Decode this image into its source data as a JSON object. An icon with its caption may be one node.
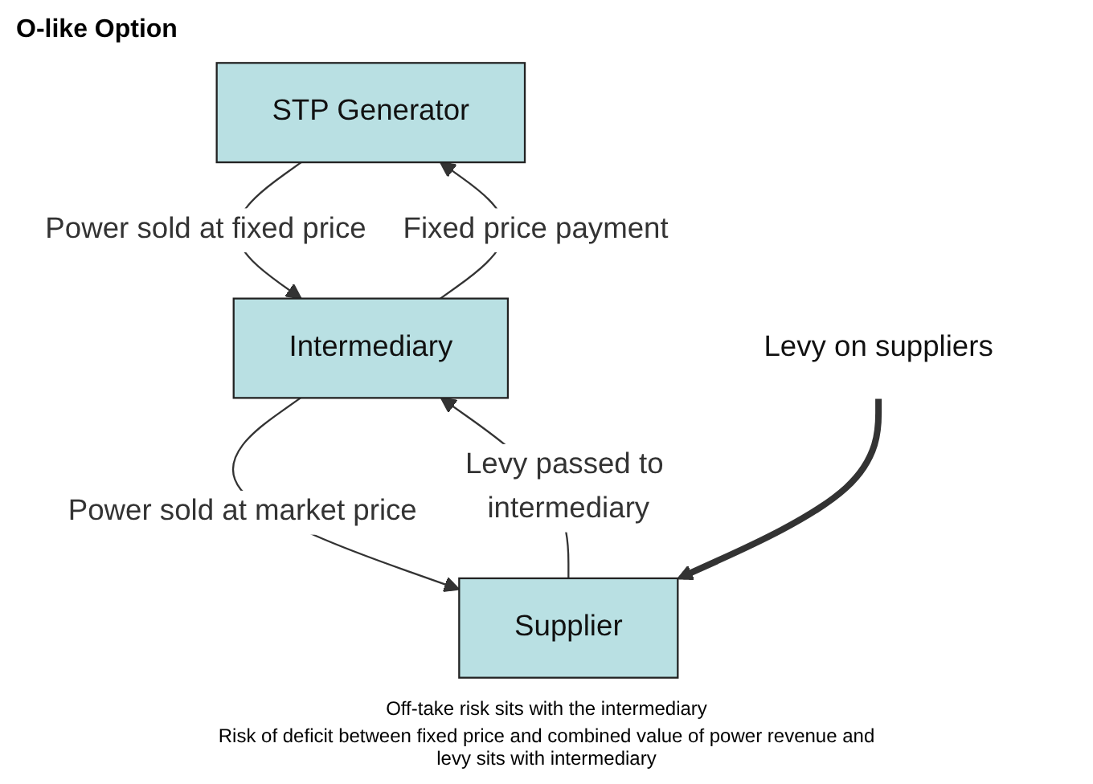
{
  "diagram": {
    "title": "O-like Option",
    "nodes": [
      {
        "text": [
          "STP Generator"
        ]
      },
      {
        "text": [
          "Supplier"
        ]
      },
      {
        "text": [
          "Intermediary"
        ]
      },
      {
        "text": [
          "Levy on suppliers"
        ]
      }
    ],
    "edges": [
      {
        "from": 0,
        "to": 2,
        "arrow": "to",
        "label": "Power sold at fixed price"
      },
      {
        "from": 2,
        "to": 0,
        "arrow": "to",
        "label": "Fixed price payment"
      },
      {
        "from": 1,
        "to": 2,
        "arrow": "to",
        "label": "Levy passed to intermediary"
      },
      {
        "from": 2,
        "to": 1,
        "arrow": "to",
        "label": "Power sold at market price"
      },
      {
        "from": 3,
        "to": 1,
        "arrow": "to",
        "style": "thick"
      }
    ],
    "labels": [
      "Off-take risk sits with the intermediary",
      "Risk of deficit between fixed price and combined value of power revenue and levy sits with intermediary"
    ]
  }
}
